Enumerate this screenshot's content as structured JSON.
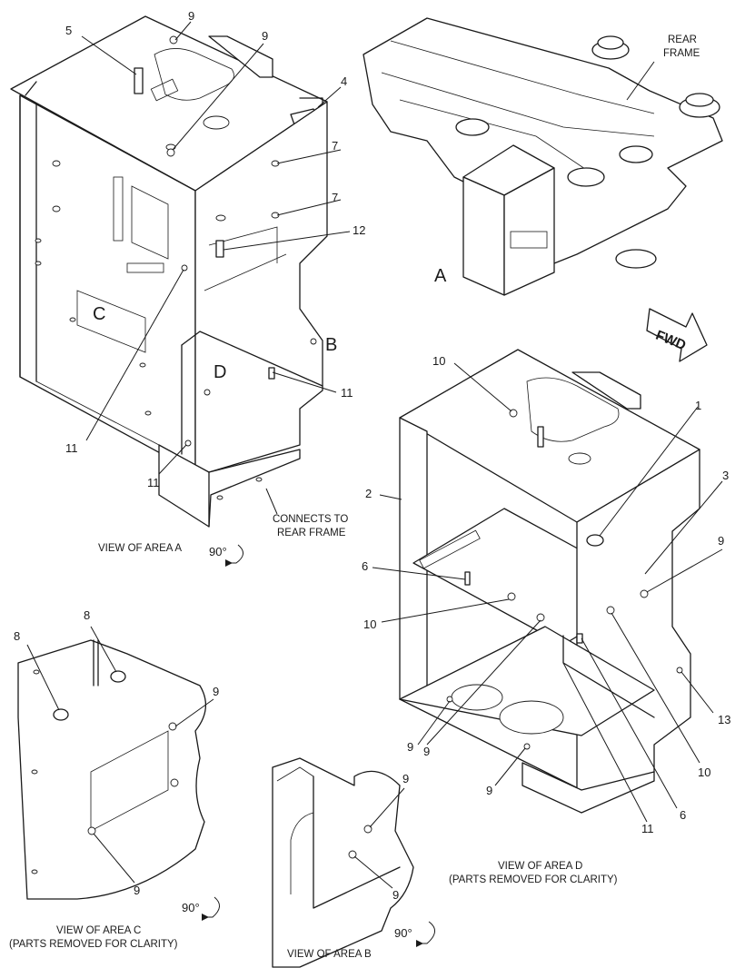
{
  "callouts": {
    "c1": "1",
    "c2": "2",
    "c3": "3",
    "c4": "4",
    "c5": "5",
    "c6": "6",
    "c7": "7",
    "c8": "8",
    "c9": "9",
    "c10": "10",
    "c11": "11",
    "c12": "12",
    "c13": "13"
  },
  "area_letters": {
    "a": "A",
    "b": "B",
    "c": "C",
    "d": "D"
  },
  "labels": {
    "rear_frame_1": "REAR",
    "rear_frame_2": "FRAME",
    "fwd": "FWD",
    "connects_1": "CONNECTS TO",
    "connects_2": "REAR FRAME",
    "rotation": "90°"
  },
  "captions": {
    "view_a": "VIEW OF AREA A",
    "view_b": "VIEW OF AREA B",
    "view_c": "VIEW OF AREA C",
    "view_d": "VIEW OF AREA D",
    "parts_removed": "(PARTS REMOVED FOR CLARITY)"
  }
}
